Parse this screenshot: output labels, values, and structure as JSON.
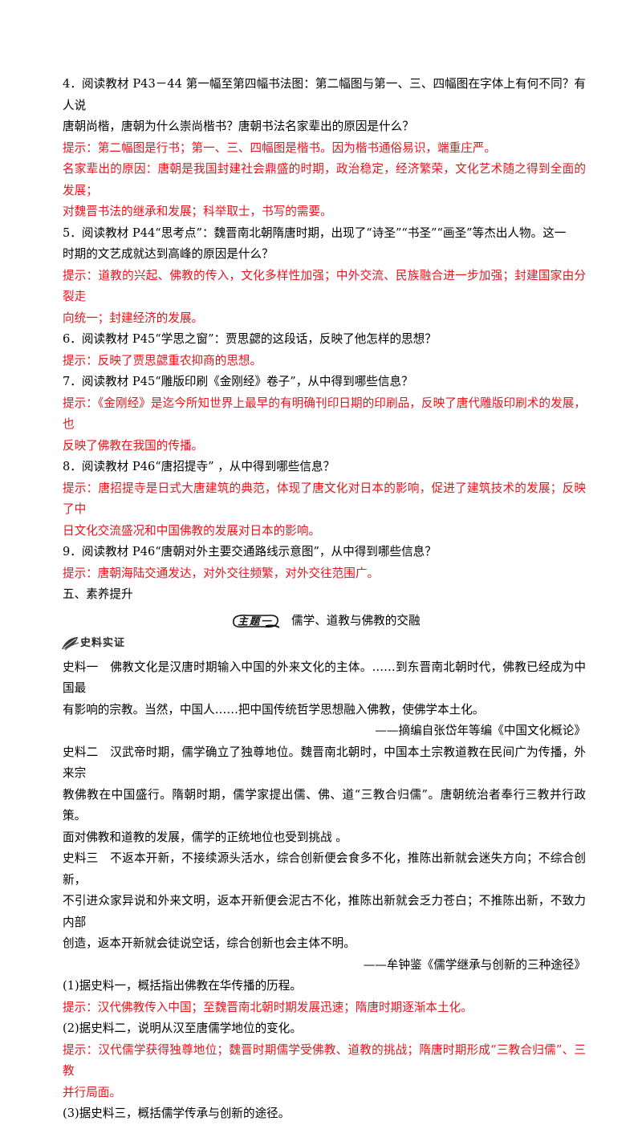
{
  "lines": {
    "q4_a": "4．阅读教材 P43－44 第一幅至第四幅书法图：第二幅图与第一、三、四幅图在字体上有何不同？有人说",
    "q4_b": "唐朝尚楷，唐朝为什么崇尚楷书？唐朝书法名家辈出的原因是什么？",
    "a4_a": "提示：第二幅图是行书；第一、三、四幅图是楷书。因为楷书通俗易识，端重庄严。",
    "a4_b": "名家辈出的原因：唐朝是我国封建社会鼎盛的时期，政治稳定，经济繁荣，文化艺术随之得到全面的发展；",
    "a4_c": "对魏晋书法的继承和发展；科举取士，书写的需要。",
    "q5_a": "5．阅读教材 P44“思考点”：魏晋南北朝隋唐时期，出现了“诗圣”“书圣”“画圣”等杰出人物。这一",
    "q5_b": "时期的文艺成就达到高峰的原因是什么？",
    "a5_a": "提示：道教的兴起、佛教的传入，文化多样性加强；中外交流、民族融合进一步加强；封建国家由分裂走",
    "a5_b": "向统一；封建经济的发展。",
    "q6": "6．阅读教材 P45“学思之窗”：贾思勰的这段话，反映了他怎样的思想？",
    "a6": "提示：反映了贾思勰重农抑商的思想。",
    "q7": "7．阅读教材 P45“雕版印刷《金刚经》卷子”，从中得到哪些信息？",
    "a7_a": "提示：《金刚经》是迄今所知世界上最早的有明确刊印日期的印刷品，反映了唐代雕版印刷术的发展，也",
    "a7_b": "反映了佛教在我国的传播。",
    "q8": "8．阅读教材 P46“唐招提寺” ，从中得到哪些信息？",
    "a8_a": "提示：唐招提寺是日式大唐建筑的典范，体现了唐文化对日本的影响，促进了建筑技术的发展；反映了中",
    "a8_b": "日文化交流盛况和中国佛教的发展对日本的影响。",
    "q9": "9．阅读教材 P46“唐朝对外主要交通路线示意图”，从中得到哪些信息？",
    "a9": "提示：唐朝海陆交通发达，对外交往频繁，对外交往范围广。",
    "section5": "五、素养提升"
  },
  "theme": {
    "badge_text": "主题一",
    "title": "儒学、道教与佛教的交融"
  },
  "section_tag": "史料实证",
  "sources": {
    "s1_a": "史料一　佛教文化是汉唐时期输入中国的外来文化的主体。……到东晋南北朝时代，佛教已经成为中国最",
    "s1_b": "有影响的宗教。当然，中国人……把中国传统哲学思想融入佛教，使佛学本土化。",
    "s1_cite": "——摘编自张岱年等编《中国文化概论》",
    "s2_a": "史料二　汉武帝时期，儒学确立了独尊地位。魏晋南北朝时，中国本土宗教道教在民间广为传播，外来宗",
    "s2_b": "教佛教在中国盛行。隋朝时期，儒学家提出儒、佛、道“三教合归儒”。唐朝统治者奉行三教并行政策。",
    "s2_c": "面对佛教和道教的发展，儒学的正统地位也受到挑战 。",
    "s3_a": "史料三　不返本开新，不接续源头活水，综合创新便会食多不化，推陈出新就会迷失方向；不综合创新，",
    "s3_b": "不引进众家异说和外来文明，返本开新便会泥古不化，推陈出新就会乏力苍白；不推陈出新，不致力内部",
    "s3_c": "创造，返本开新就会徒说空话，综合创新也会主体不明。",
    "s3_cite": "——牟钟鉴《儒学继承与创新的三种途径》"
  },
  "questions": {
    "q1": "(1)据史料一，概括指出佛教在华传播的历程。",
    "a1": "提示：汉代佛教传入中国；至魏晋南北朝时期发展迅速；隋唐时期逐渐本土化。",
    "q2": "(2)据史料二，说明从汉至唐儒学地位的变化。",
    "a2_a": "提示：汉代儒学获得独尊地位；魏晋时期儒学受佛教、道教的挑战；隋唐时期形成“三教合归儒”、三教",
    "a2_b": "并行局面。",
    "q3": "(3)据史料三，概括儒学传承与创新的途径。"
  },
  "colors": {
    "hint": "#e8141c",
    "text": "#000000"
  }
}
